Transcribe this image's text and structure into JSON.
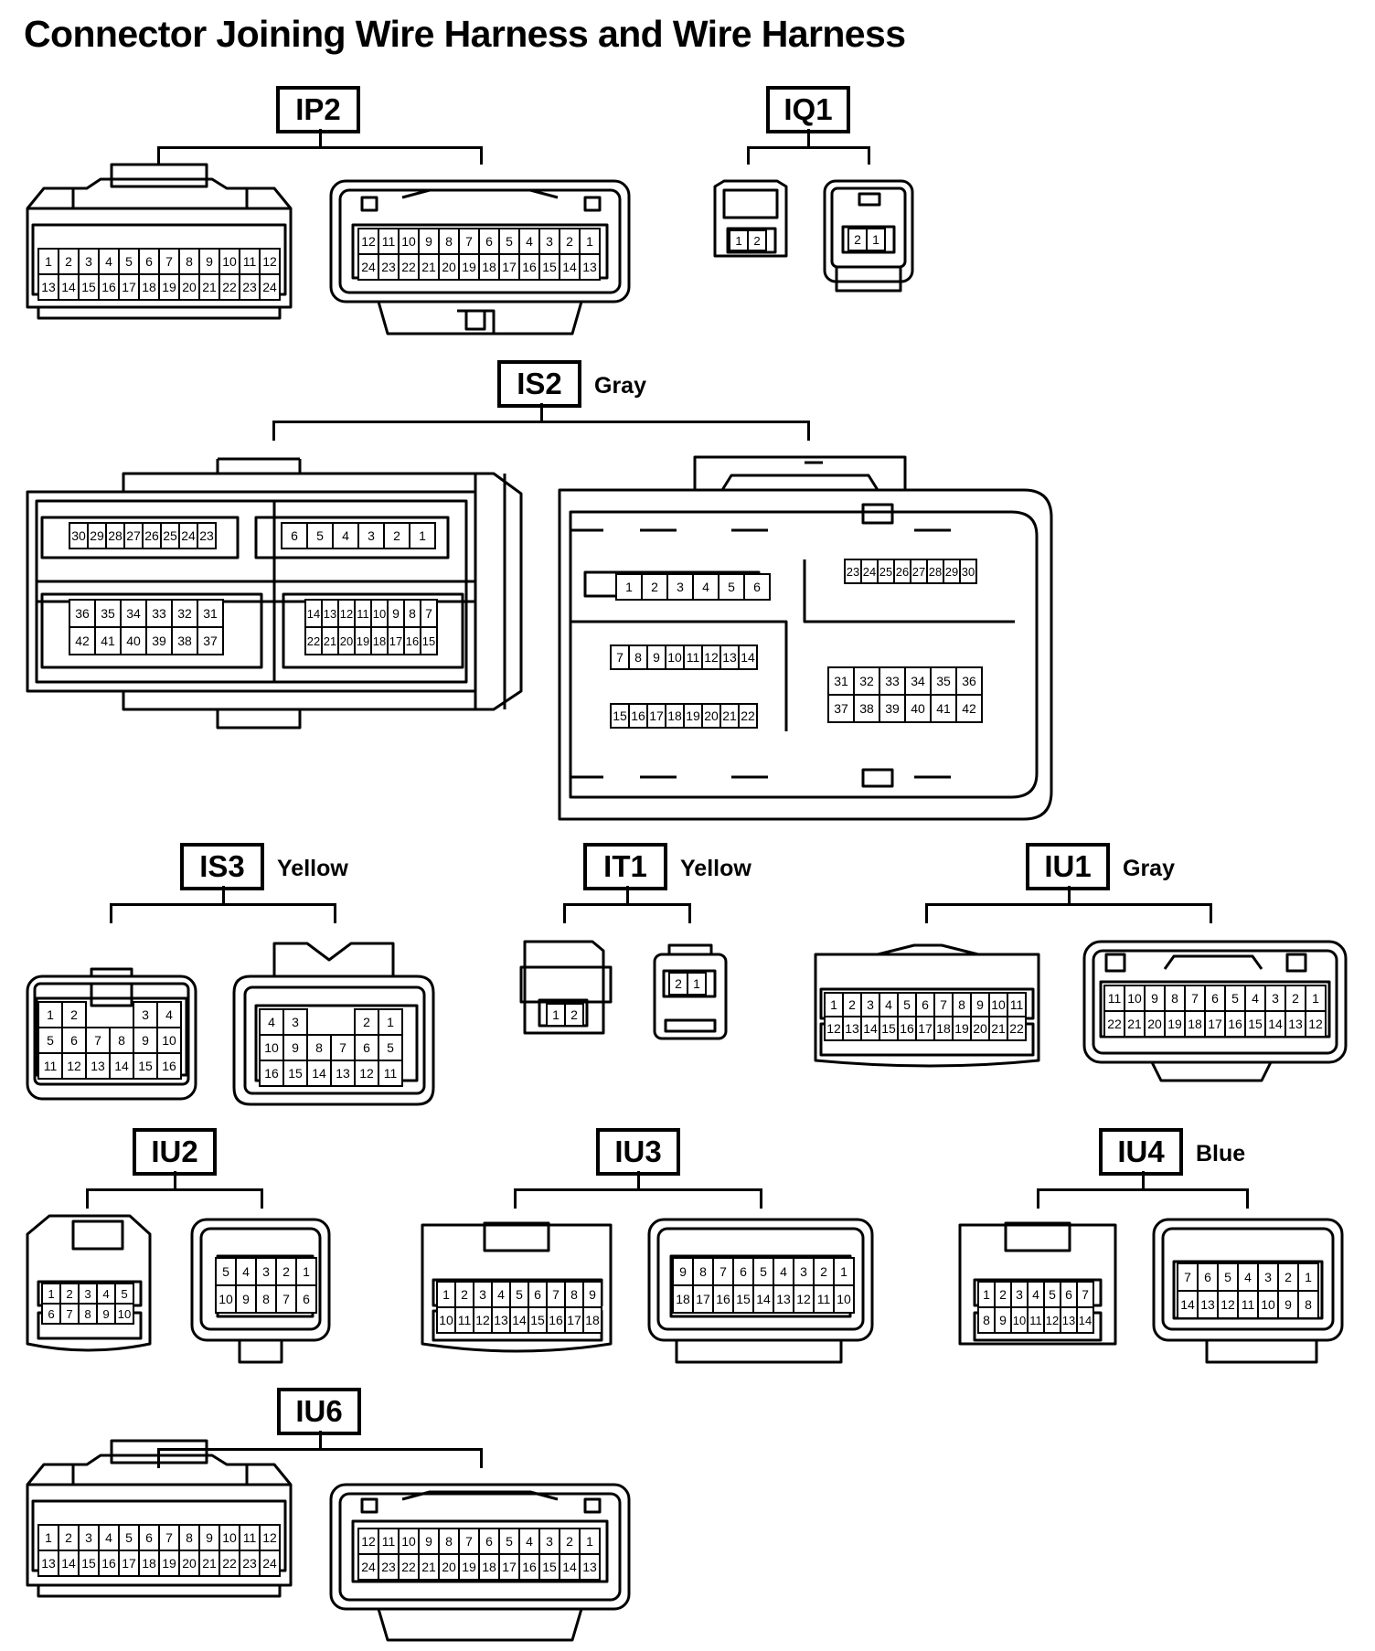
{
  "title": "Connector Joining Wire Harness and Wire Harness",
  "connectors": [
    {
      "id": "IP2",
      "color": "",
      "views": [
        {
          "rows": [
            [
              "1",
              "2",
              "3",
              "4",
              "5",
              "6",
              "7",
              "8",
              "9",
              "10",
              "11",
              "12"
            ],
            [
              "13",
              "14",
              "15",
              "16",
              "17",
              "18",
              "19",
              "20",
              "21",
              "22",
              "23",
              "24"
            ]
          ]
        },
        {
          "rows": [
            [
              "12",
              "11",
              "10",
              "9",
              "8",
              "7",
              "6",
              "5",
              "4",
              "3",
              "2",
              "1"
            ],
            [
              "24",
              "23",
              "22",
              "21",
              "20",
              "19",
              "18",
              "17",
              "16",
              "15",
              "14",
              "13"
            ]
          ]
        }
      ]
    },
    {
      "id": "IQ1",
      "color": "",
      "views": [
        {
          "rows": [
            [
              "1",
              "2"
            ]
          ]
        },
        {
          "rows": [
            [
              "2",
              "1"
            ]
          ]
        }
      ]
    },
    {
      "id": "IS2",
      "color": "Gray",
      "views": [
        {
          "groups": [
            {
              "rows": [
                [
                  "30",
                  "29",
                  "28",
                  "27",
                  "26",
                  "25",
                  "24",
                  "23"
                ]
              ]
            },
            {
              "rows": [
                [
                  "6",
                  "5",
                  "4",
                  "3",
                  "2",
                  "1"
                ]
              ]
            },
            {
              "rows": [
                [
                  "36",
                  "35",
                  "34",
                  "33",
                  "32",
                  "31"
                ],
                [
                  "42",
                  "41",
                  "40",
                  "39",
                  "38",
                  "37"
                ]
              ]
            },
            {
              "rows": [
                [
                  "14",
                  "13",
                  "12",
                  "11",
                  "10",
                  "9",
                  "8",
                  "7"
                ],
                [
                  "22",
                  "21",
                  "20",
                  "19",
                  "18",
                  "17",
                  "16",
                  "15"
                ]
              ]
            }
          ]
        },
        {
          "groups": [
            {
              "rows": [
                [
                  "1",
                  "2",
                  "3",
                  "4",
                  "5",
                  "6"
                ]
              ]
            },
            {
              "rows": [
                [
                  "23",
                  "24",
                  "25",
                  "26",
                  "27",
                  "28",
                  "29",
                  "30"
                ]
              ]
            },
            {
              "rows": [
                [
                  "7",
                  "8",
                  "9",
                  "10",
                  "11",
                  "12",
                  "13",
                  "14"
                ]
              ]
            },
            {
              "rows": [
                [
                  "15",
                  "16",
                  "17",
                  "18",
                  "19",
                  "20",
                  "21",
                  "22"
                ]
              ]
            },
            {
              "rows": [
                [
                  "31",
                  "32",
                  "33",
                  "34",
                  "35",
                  "36"
                ],
                [
                  "37",
                  "38",
                  "39",
                  "40",
                  "41",
                  "42"
                ]
              ]
            }
          ]
        }
      ]
    },
    {
      "id": "IS3",
      "color": "Yellow",
      "views": [
        {
          "rows": [
            [
              "1",
              "2",
              "",
              "",
              "3",
              "4"
            ],
            [
              "5",
              "6",
              "7",
              "8",
              "9",
              "10"
            ],
            [
              "11",
              "12",
              "13",
              "14",
              "15",
              "16"
            ]
          ]
        },
        {
          "rows": [
            [
              "4",
              "3",
              "",
              "",
              "2",
              "1"
            ],
            [
              "10",
              "9",
              "8",
              "7",
              "6",
              "5"
            ],
            [
              "16",
              "15",
              "14",
              "13",
              "12",
              "11"
            ]
          ]
        }
      ]
    },
    {
      "id": "IT1",
      "color": "Yellow",
      "views": [
        {
          "rows": [
            [
              "1",
              "2"
            ]
          ]
        },
        {
          "rows": [
            [
              "2",
              "1"
            ]
          ]
        }
      ]
    },
    {
      "id": "IU1",
      "color": "Gray",
      "views": [
        {
          "rows": [
            [
              "1",
              "2",
              "3",
              "4",
              "5",
              "6",
              "7",
              "8",
              "9",
              "10",
              "11"
            ],
            [
              "12",
              "13",
              "14",
              "15",
              "16",
              "17",
              "18",
              "19",
              "20",
              "21",
              "22"
            ]
          ]
        },
        {
          "rows": [
            [
              "11",
              "10",
              "9",
              "8",
              "7",
              "6",
              "5",
              "4",
              "3",
              "2",
              "1"
            ],
            [
              "22",
              "21",
              "20",
              "19",
              "18",
              "17",
              "16",
              "15",
              "14",
              "13",
              "12"
            ]
          ]
        }
      ]
    },
    {
      "id": "IU2",
      "color": "",
      "views": [
        {
          "rows": [
            [
              "1",
              "2",
              "3",
              "4",
              "5"
            ],
            [
              "6",
              "7",
              "8",
              "9",
              "10"
            ]
          ]
        },
        {
          "rows": [
            [
              "5",
              "4",
              "3",
              "2",
              "1"
            ],
            [
              "10",
              "9",
              "8",
              "7",
              "6"
            ]
          ]
        }
      ]
    },
    {
      "id": "IU3",
      "color": "",
      "views": [
        {
          "rows": [
            [
              "1",
              "2",
              "3",
              "4",
              "5",
              "6",
              "7",
              "8",
              "9"
            ],
            [
              "10",
              "11",
              "12",
              "13",
              "14",
              "15",
              "16",
              "17",
              "18"
            ]
          ]
        },
        {
          "rows": [
            [
              "9",
              "8",
              "7",
              "6",
              "5",
              "4",
              "3",
              "2",
              "1"
            ],
            [
              "18",
              "17",
              "16",
              "15",
              "14",
              "13",
              "12",
              "11",
              "10"
            ]
          ]
        }
      ]
    },
    {
      "id": "IU4",
      "color": "Blue",
      "views": [
        {
          "rows": [
            [
              "1",
              "2",
              "3",
              "4",
              "5",
              "6",
              "7"
            ],
            [
              "8",
              "9",
              "10",
              "11",
              "12",
              "13",
              "14"
            ]
          ]
        },
        {
          "rows": [
            [
              "7",
              "6",
              "5",
              "4",
              "3",
              "2",
              "1"
            ],
            [
              "14",
              "13",
              "12",
              "11",
              "10",
              "9",
              "8"
            ]
          ]
        }
      ]
    },
    {
      "id": "IU6",
      "color": "",
      "views": [
        {
          "rows": [
            [
              "1",
              "2",
              "3",
              "4",
              "5",
              "6",
              "7",
              "8",
              "9",
              "10",
              "11",
              "12"
            ],
            [
              "13",
              "14",
              "15",
              "16",
              "17",
              "18",
              "19",
              "20",
              "21",
              "22",
              "23",
              "24"
            ]
          ]
        },
        {
          "rows": [
            [
              "12",
              "11",
              "10",
              "9",
              "8",
              "7",
              "6",
              "5",
              "4",
              "3",
              "2",
              "1"
            ],
            [
              "24",
              "23",
              "22",
              "21",
              "20",
              "19",
              "18",
              "17",
              "16",
              "15",
              "14",
              "13"
            ]
          ]
        }
      ]
    }
  ]
}
